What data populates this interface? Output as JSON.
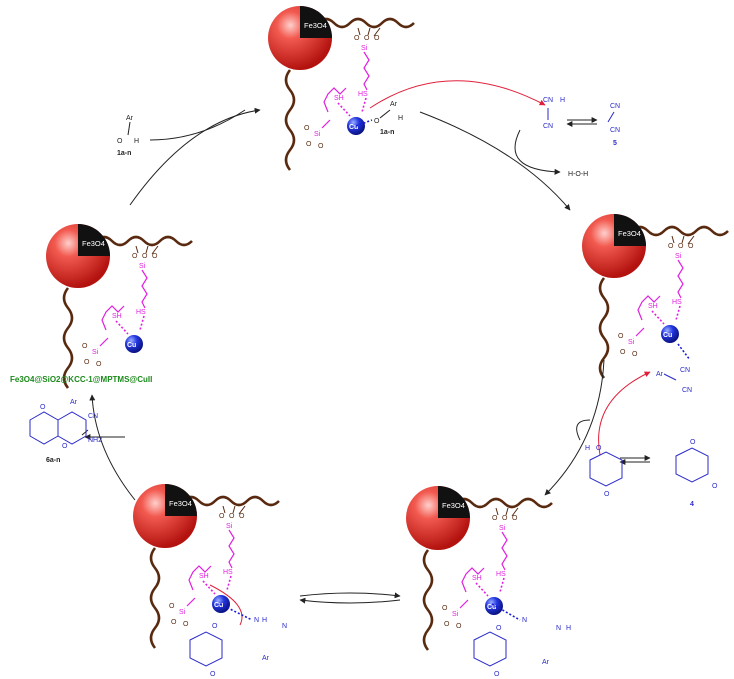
{
  "catalyst_core": "Fe3O4",
  "catalyst_name": "Fe3O4@SiO2@KCC-1@MPTMS@CuII",
  "atoms": {
    "si": "Si",
    "cu": "Cu",
    "sh": "SH",
    "hs": "HS",
    "o": "O",
    "h": "H",
    "n": "N",
    "ar": "Ar",
    "cn": "CN",
    "nh2": "NH2"
  },
  "labels": {
    "aldehyde": "1a-n",
    "malononitrile": "5",
    "dimedone": "4",
    "product": "6a-n",
    "water": "H-O-H"
  },
  "colors": {
    "sphere": "#e8231f",
    "linker": "#e020e0",
    "copper": "#1a1adb",
    "substrate": "#2a2ac8",
    "arrow_red": "#e0203a",
    "catalyst_label": "#1c8a1c",
    "chain": "#5a2a10"
  },
  "icons": [
    "magnetic-sphere-icon",
    "copper-ion-icon",
    "equilibrium-arrow-icon"
  ]
}
